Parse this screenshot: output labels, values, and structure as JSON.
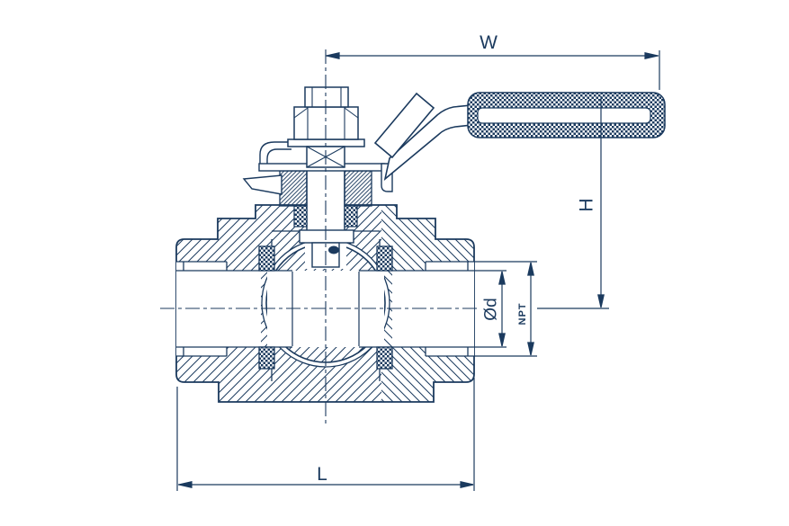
{
  "drawing": {
    "title": "ball-valve-cross-section",
    "labels": {
      "overall_width": "W",
      "height": "H",
      "face_to_face": "L",
      "bore_diameter": "Ød",
      "connection": "NPT"
    },
    "colors": {
      "line": "#1b3a5e",
      "background": "#ffffff"
    }
  }
}
